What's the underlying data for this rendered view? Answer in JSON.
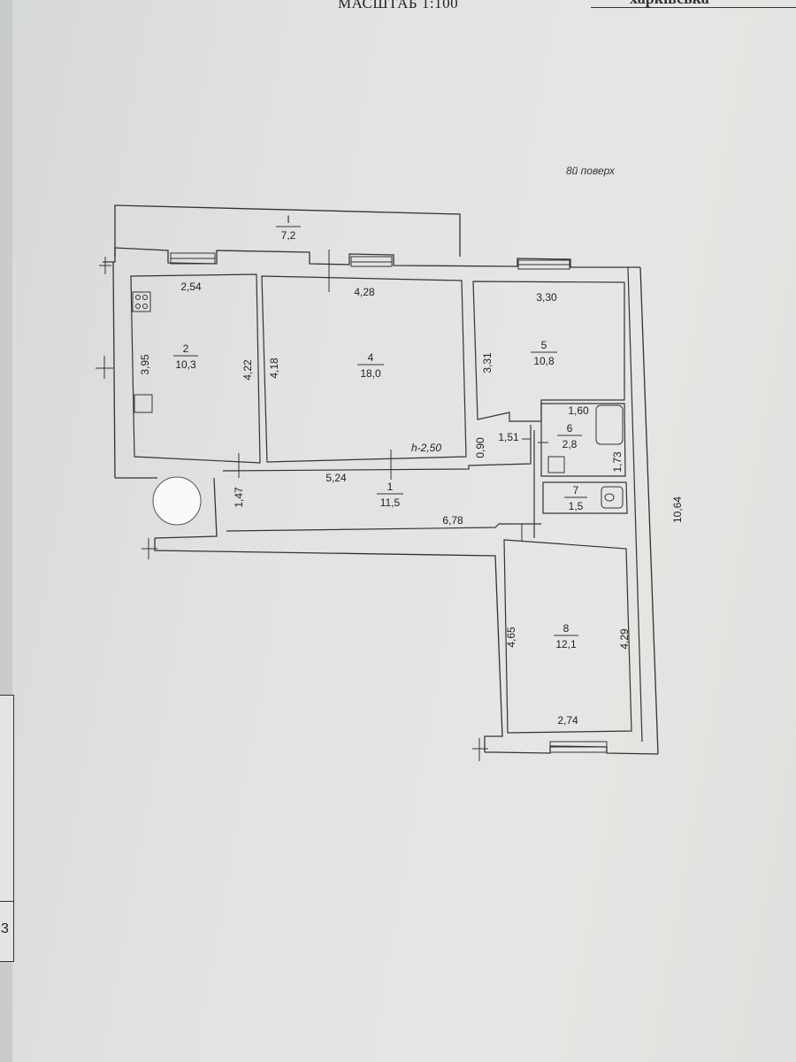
{
  "header": {
    "scale": "МАСШТАБ 1:100",
    "clipped_text": "харківська"
  },
  "floor": "8й поверх",
  "rooms": [
    {
      "id": "I",
      "number": "І",
      "area": "7,2"
    },
    {
      "id": "2",
      "number": "2",
      "area": "10,3"
    },
    {
      "id": "4",
      "number": "4",
      "area": "18,0"
    },
    {
      "id": "5",
      "number": "5",
      "area": "10,8"
    },
    {
      "id": "6",
      "number": "6",
      "area": "2,8"
    },
    {
      "id": "1",
      "number": "1",
      "area": "11,5"
    },
    {
      "id": "7",
      "number": "7",
      "area": "1,5"
    },
    {
      "id": "8",
      "number": "8",
      "area": "12,1"
    }
  ],
  "dimensions": {
    "kitchen_width": "2,54",
    "kitchen_length": "3,95",
    "kitchen_wall": "4,22",
    "living_width": "4,28",
    "living_length": "4,18",
    "ceiling_height": "h-2,50",
    "bedroom5_width": "3,30",
    "bedroom5_length": "3,31",
    "bath_width": "1,60",
    "bath_length": "1,73",
    "hall_upper": "5,24",
    "hall_lower": "6,78",
    "hall_depth": "1,47",
    "corridor_depth": "0,90",
    "corridor_width": "1,51",
    "bedroom8_length_left": "4,65",
    "bedroom8_length_right": "4,29",
    "bedroom8_width": "2,74",
    "overall": "10,64"
  },
  "sidebar_digit": "3"
}
